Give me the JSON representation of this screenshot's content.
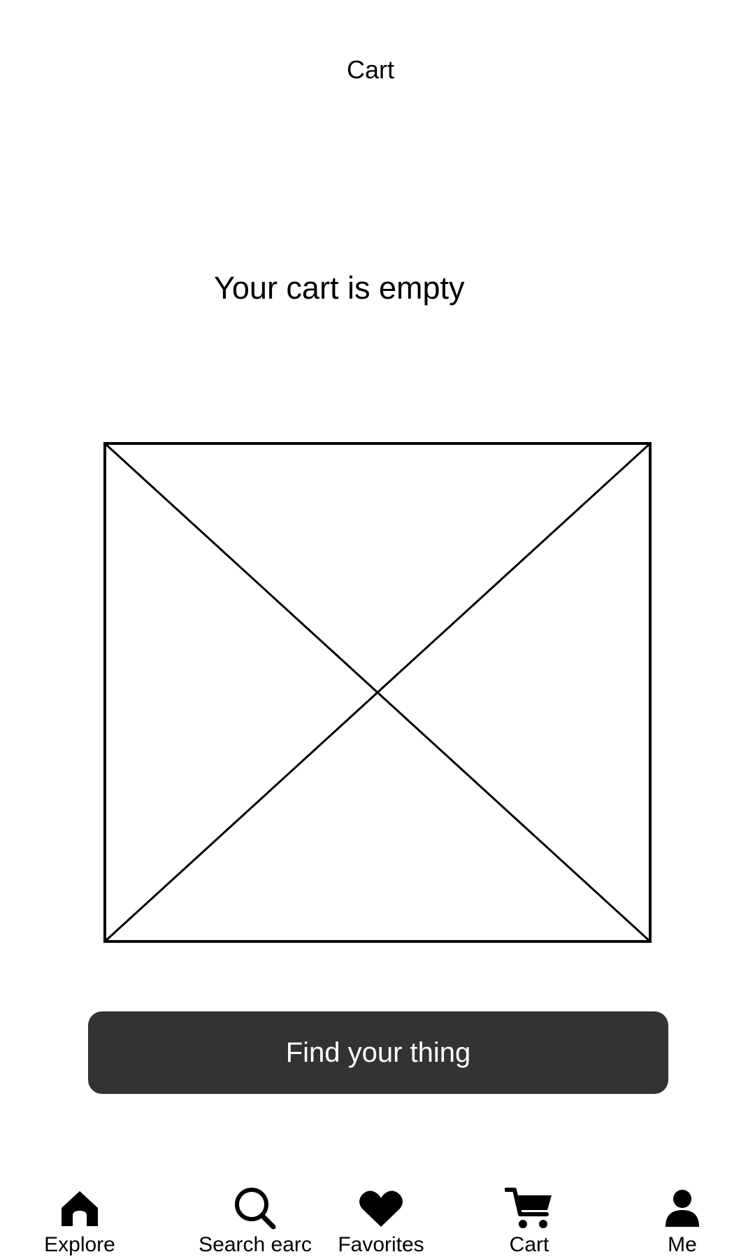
{
  "header": {
    "title": "Cart"
  },
  "main": {
    "empty_message": "Your cart is empty",
    "find_button_label": "Find your thing"
  },
  "bottom_nav": {
    "items": [
      {
        "label": "Explore",
        "icon": "home-icon"
      },
      {
        "label": "Search earc",
        "icon": "search-icon"
      },
      {
        "label": "Favorites",
        "icon": "heart-icon"
      },
      {
        "label": "Cart",
        "icon": "cart-icon"
      },
      {
        "label": "Me",
        "icon": "person-icon"
      }
    ]
  },
  "colors": {
    "background": "#ffffff",
    "text": "#000000",
    "button_bg": "#333333",
    "button_text": "#ffffff"
  }
}
